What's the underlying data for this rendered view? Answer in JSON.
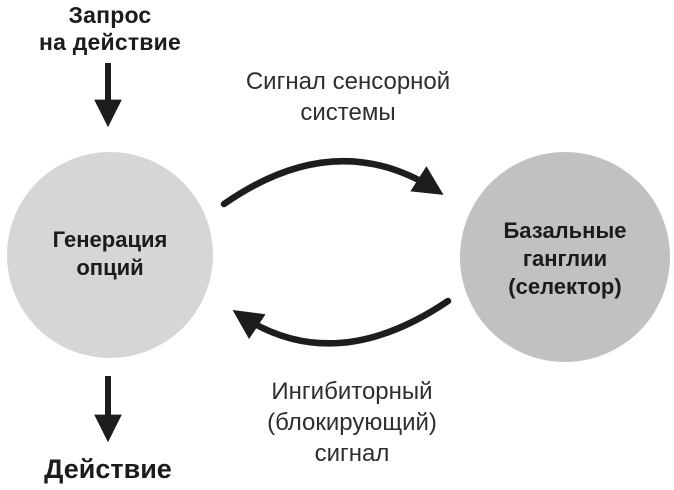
{
  "colors": {
    "left_circle": "#d6d6d6",
    "right_circle": "#c1c1c1",
    "ink": "#1d1d1b"
  },
  "top_left_label": {
    "lines": [
      "Запрос",
      "на действие"
    ]
  },
  "left_circle": {
    "lines": [
      "Генерация",
      "опций"
    ]
  },
  "right_circle": {
    "lines": [
      "Базальные",
      "ганглии",
      "(селектор)"
    ]
  },
  "top_arrow_label": {
    "lines": [
      "Сигнал сенсорной",
      "системы"
    ]
  },
  "bottom_arrow_label": {
    "lines": [
      "Ингибиторный",
      "(блокирующий)",
      "сигнал"
    ]
  },
  "bottom_left_label": "Действие"
}
